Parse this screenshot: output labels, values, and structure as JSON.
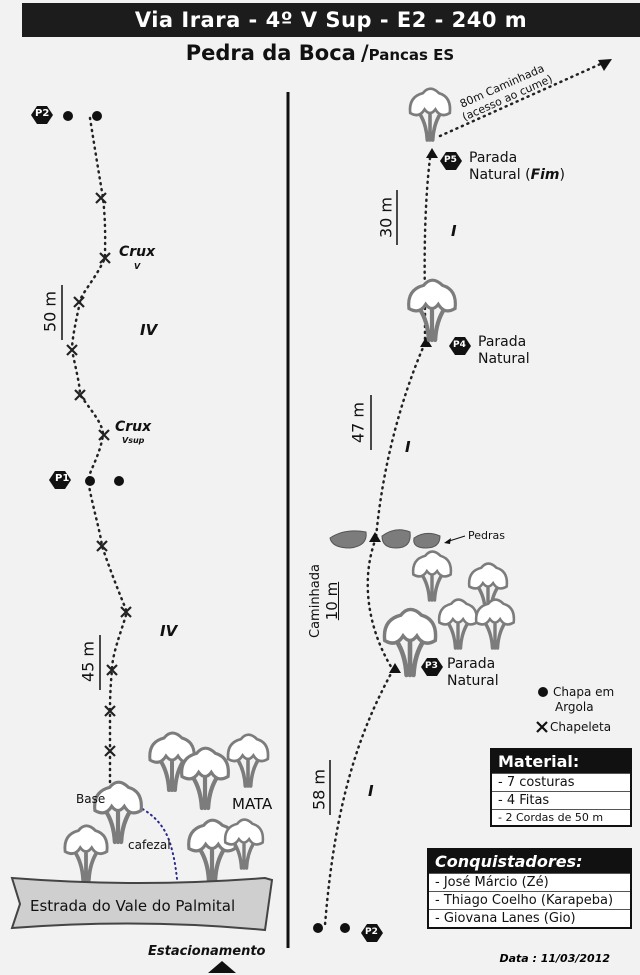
{
  "header": {
    "title": "Via Irara - 4º V Sup - E2 - 240 m",
    "location": "Pedra da Boca",
    "separator": "/",
    "region": "Pancas ES"
  },
  "left_topo": {
    "p2_label": "P2",
    "p1_label": "P1",
    "crux_1": "Crux",
    "crux_1_grade": "V",
    "crux_2": "Crux",
    "crux_2_grade": "Vsup",
    "grade_upper": "IV",
    "grade_lower": "IV",
    "length_upper": "50 m",
    "length_lower": "45 m",
    "base_label": "Base",
    "cafezal_label": "cafezal",
    "mata_label": "MATA",
    "road_label": "Estrada do Vale do Palmital",
    "parking_label": "Estacionamento"
  },
  "right_topo": {
    "walk_label_1": "80m Caminhada",
    "walk_label_2": "(acesso ao cume)",
    "p5_label": "P5",
    "p5_text_1": "Parada",
    "p5_text_2": "Natural (",
    "p5_fim": "Fim",
    "p5_close": ")",
    "length_p5": "30 m",
    "grade_p5": "I",
    "p4_label": "P4",
    "p4_text_1": "Parada",
    "p4_text_2": "Natural",
    "length_p4": "47 m",
    "grade_p4": "I",
    "rocks_label": "Pedras",
    "walk_mid_1": "Caminhada",
    "walk_mid_2": "10 m",
    "p3_label": "P3",
    "p3_text_1": "Parada",
    "p3_text_2": "Natural",
    "length_p3": "58 m",
    "grade_p3": "I",
    "p2_label": "P2"
  },
  "legend": {
    "chapa_1": "Chapa em",
    "chapa_2": "Argola",
    "chapeleta": "Chapeleta"
  },
  "material": {
    "title": "Material:",
    "items": [
      "- 7 costuras",
      "- 4 Fitas",
      "- 2 Cordas de 50 m"
    ]
  },
  "conquistadores": {
    "title": "Conquistadores:",
    "items": [
      "- José Márcio (Zé)",
      "- Thiago Coelho (Karapeba)",
      "- Giovana Lanes (Gio)"
    ]
  },
  "date": "Data : 11/03/2012"
}
